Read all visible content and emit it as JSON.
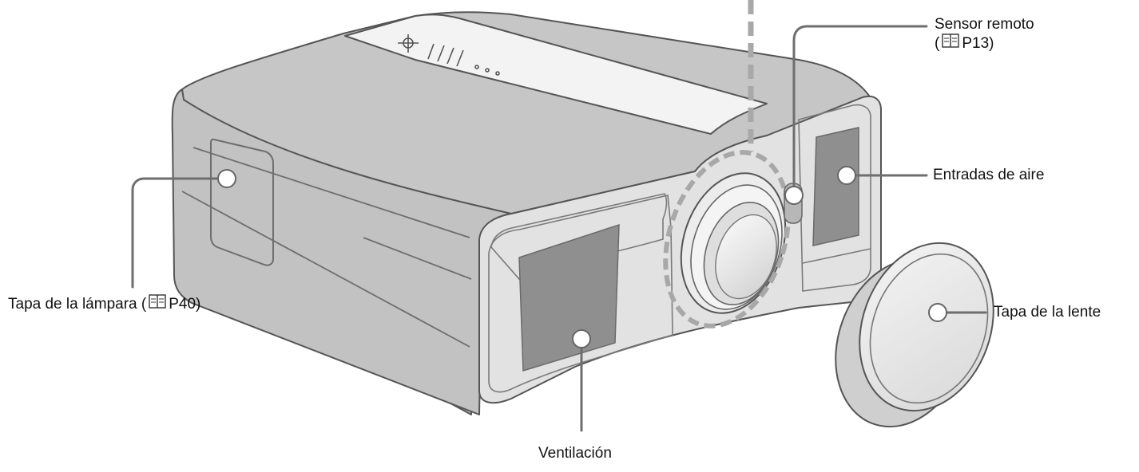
{
  "callouts": {
    "remote_sensor": {
      "title": "Sensor remoto",
      "ref_open": "(",
      "ref_page": "P13)"
    },
    "air_intake": {
      "title": "Entradas de aire"
    },
    "lamp_cover": {
      "title": "Tapa de la lámpara (",
      "ref_page": "P40)"
    },
    "lens_cap": {
      "title": "Tapa de la lente"
    },
    "ventilation": {
      "title": "Ventilación"
    }
  },
  "colors": {
    "body_gray": "#c8c8c8",
    "front_panel": "#e4e4e4",
    "vent_dark": "#8f8f8f",
    "top_strip": "#f2f2f2",
    "leader_line": "#6e6e6e",
    "dash_ring": "#a8a8a8"
  },
  "icons": {
    "manual_reference": "book-icon"
  }
}
